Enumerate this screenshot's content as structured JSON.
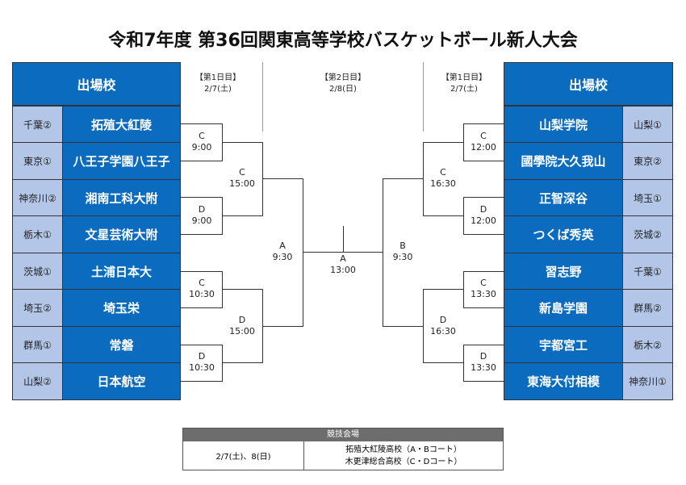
{
  "title": "令和7年度 第36回関東高等学校バスケットボール新人大会",
  "header_label": "出場校",
  "days": [
    {
      "label": "【第1日目】",
      "date": "2/7(土)"
    },
    {
      "label": "【第2日目】",
      "date": "2/8(日)"
    },
    {
      "label": "【第1日目】",
      "date": "2/7(土)"
    }
  ],
  "left_teams": [
    {
      "pref": "千葉②",
      "school": "拓殖大紅陵"
    },
    {
      "pref": "東京①",
      "school": "八王子学園八王子"
    },
    {
      "pref": "神奈川②",
      "school": "湘南工科大附"
    },
    {
      "pref": "栃木①",
      "school": "文星芸術大附"
    },
    {
      "pref": "茨城①",
      "school": "土浦日本大"
    },
    {
      "pref": "埼玉②",
      "school": "埼玉栄"
    },
    {
      "pref": "群馬①",
      "school": "常磐"
    },
    {
      "pref": "山梨②",
      "school": "日本航空"
    }
  ],
  "right_teams": [
    {
      "pref": "山梨①",
      "school": "山梨学院"
    },
    {
      "pref": "東京②",
      "school": "國學院大久我山"
    },
    {
      "pref": "埼玉①",
      "school": "正智深谷"
    },
    {
      "pref": "茨城②",
      "school": "つくば秀英"
    },
    {
      "pref": "千葉①",
      "school": "習志野"
    },
    {
      "pref": "群馬②",
      "school": "新島学園"
    },
    {
      "pref": "栃木②",
      "school": "宇都宮工"
    },
    {
      "pref": "神奈川①",
      "school": "東海大付相模"
    }
  ],
  "games": {
    "l1": {
      "court": "C",
      "time": "9:00"
    },
    "l2": {
      "court": "D",
      "time": "9:00"
    },
    "l3": {
      "court": "C",
      "time": "10:30"
    },
    "l4": {
      "court": "D",
      "time": "10:30"
    },
    "l5": {
      "court": "C",
      "time": "15:00"
    },
    "l6": {
      "court": "D",
      "time": "15:00"
    },
    "l7": {
      "court": "A",
      "time": "9:30"
    },
    "r1": {
      "court": "C",
      "time": "12:00"
    },
    "r2": {
      "court": "D",
      "time": "12:00"
    },
    "r3": {
      "court": "C",
      "time": "13:30"
    },
    "r4": {
      "court": "D",
      "time": "13:30"
    },
    "r5": {
      "court": "C",
      "time": "16:30"
    },
    "r6": {
      "court": "D",
      "time": "16:30"
    },
    "r7": {
      "court": "B",
      "time": "9:30"
    },
    "final": {
      "court": "A",
      "time": "13:00"
    }
  },
  "venue": {
    "header": "競技会場",
    "dates": "2/7(土)、8(日)",
    "line1": "拓殖大紅陵高校（A・Bコート）",
    "line2": "木更津総合高校（C・Dコート）"
  }
}
